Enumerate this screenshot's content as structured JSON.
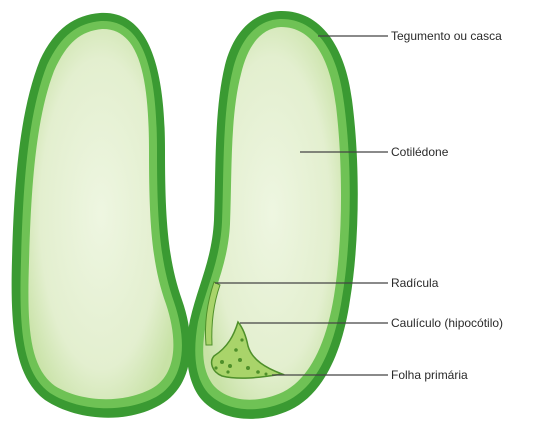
{
  "labels": {
    "seed_coat": "Tegumento ou casca",
    "cotyledon": "Cotilédone",
    "radicle": "Radícula",
    "caulicle": "Caulículo (hipocótilo)",
    "primary_leaf": "Folha primária"
  },
  "colors": {
    "seed_coat_outer": "#3a9a32",
    "seed_coat_inner": "#6fc255",
    "cotyledon_fill": "#e6f1d2",
    "cotyledon_rim": "#cfe5b0",
    "embryo_fill": "#a9d46a",
    "embryo_dots": "#4e8f2a",
    "leader_line": "#444444"
  }
}
